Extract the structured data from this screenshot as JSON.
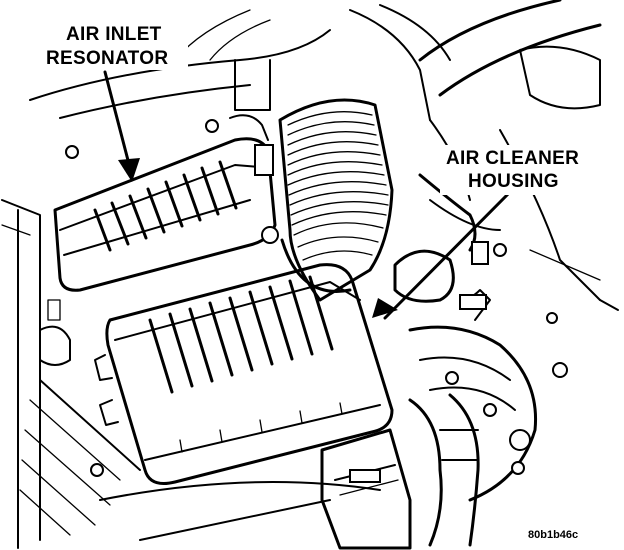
{
  "labels": {
    "resonator_line1": "AIR INLET",
    "resonator_line2": "RESONATOR",
    "housing_line1": "AIR CLEANER",
    "housing_line2": "HOUSING"
  },
  "figure_code": "80b1b46c"
}
